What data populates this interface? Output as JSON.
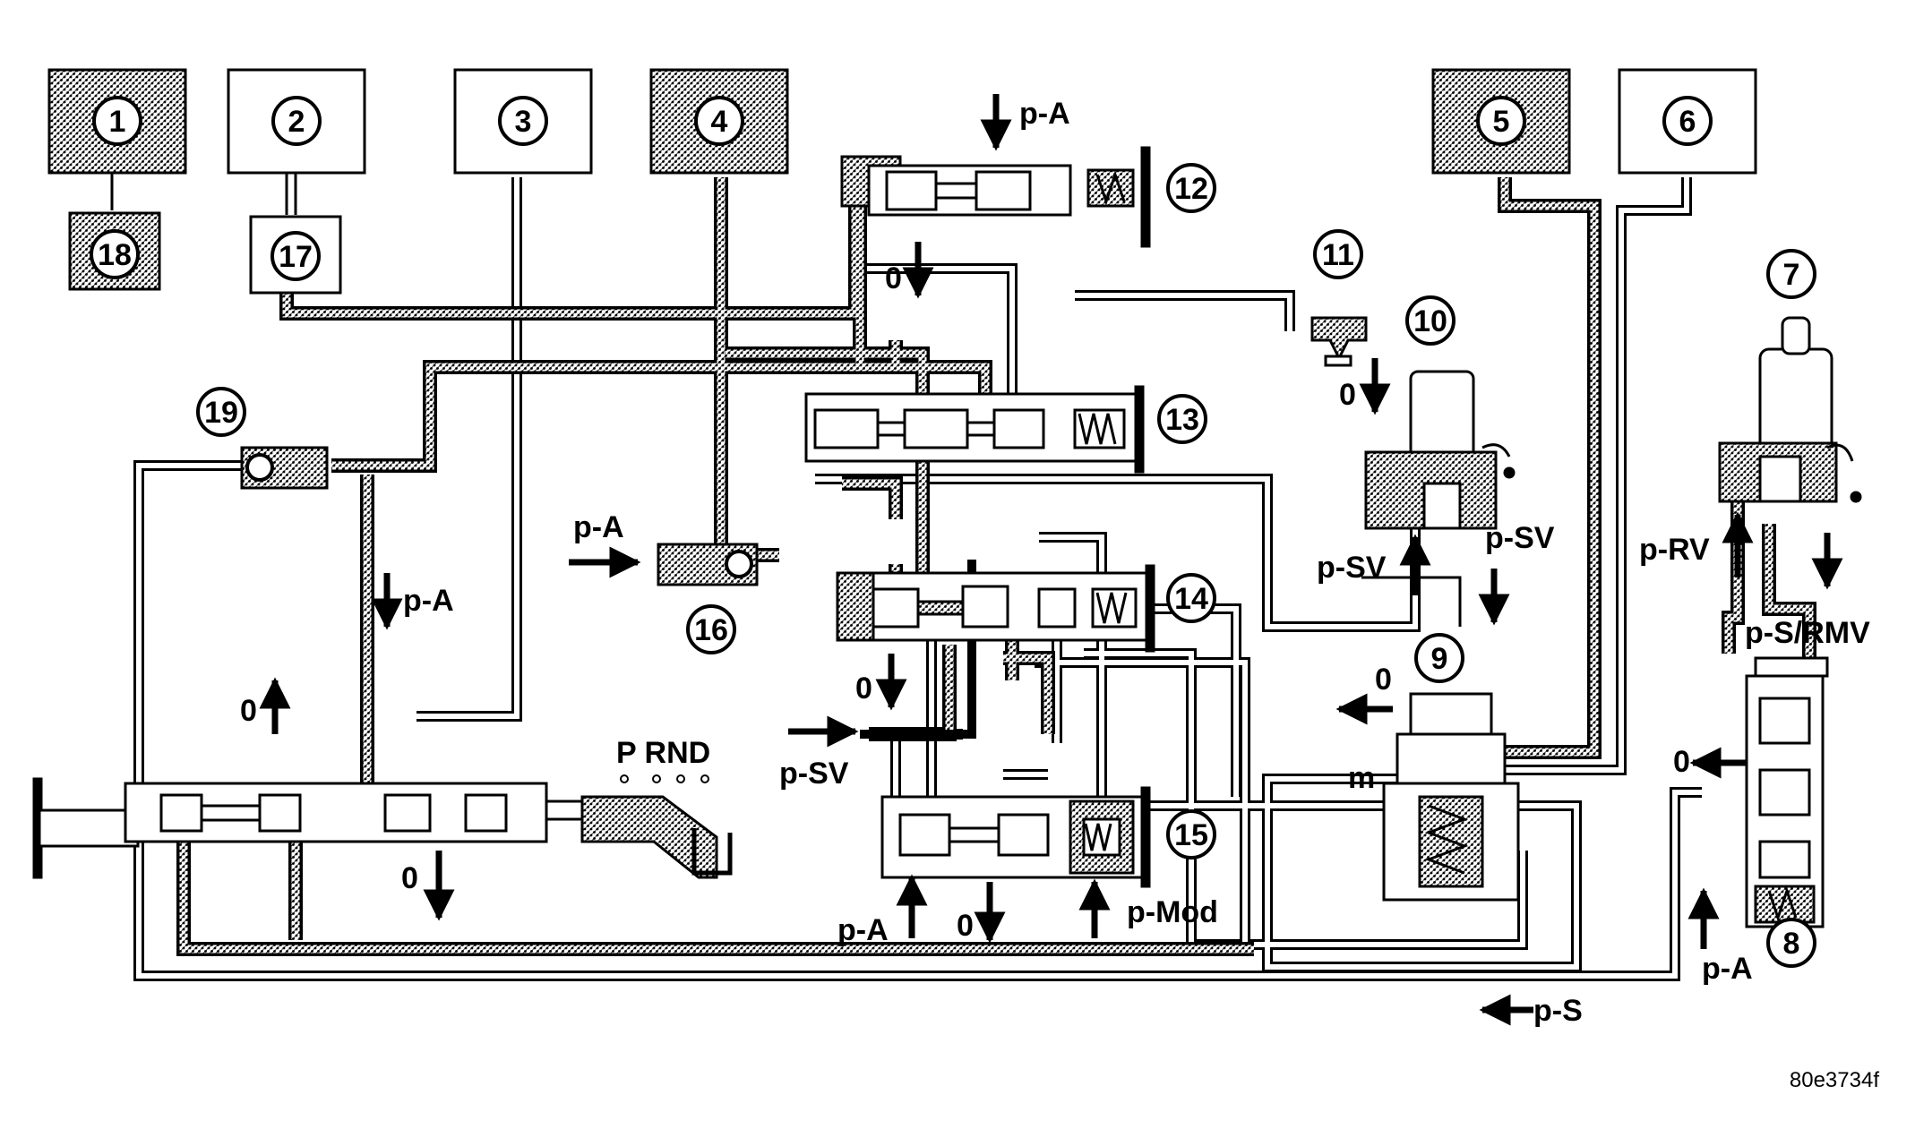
{
  "diagram": {
    "callouts": [
      "1",
      "2",
      "3",
      "4",
      "5",
      "6",
      "7",
      "8",
      "9",
      "10",
      "11",
      "12",
      "13",
      "14",
      "15",
      "16",
      "17",
      "18",
      "19"
    ],
    "labels": {
      "pA_top": "p-A",
      "zero_12": "0",
      "zero_10": "0",
      "pA_left": "p-A",
      "pA_16": "p-A",
      "zero_19": "0",
      "zero_sel": "0",
      "gear_range": "P RND",
      "zero_14": "0",
      "pSV_left": "p-SV",
      "pA_15": "p-A",
      "zero_15": "0",
      "pMod": "p-Mod",
      "pSV_10": "p-SV",
      "pSV_right": "p-SV",
      "zero_9": "0",
      "m": "m",
      "pRV": "p-RV",
      "pS_RMV": "p-S/RMV",
      "zero_8": "0",
      "pA_8": "p-A",
      "pS": "p-S"
    },
    "figure_id": "80e3734f"
  }
}
